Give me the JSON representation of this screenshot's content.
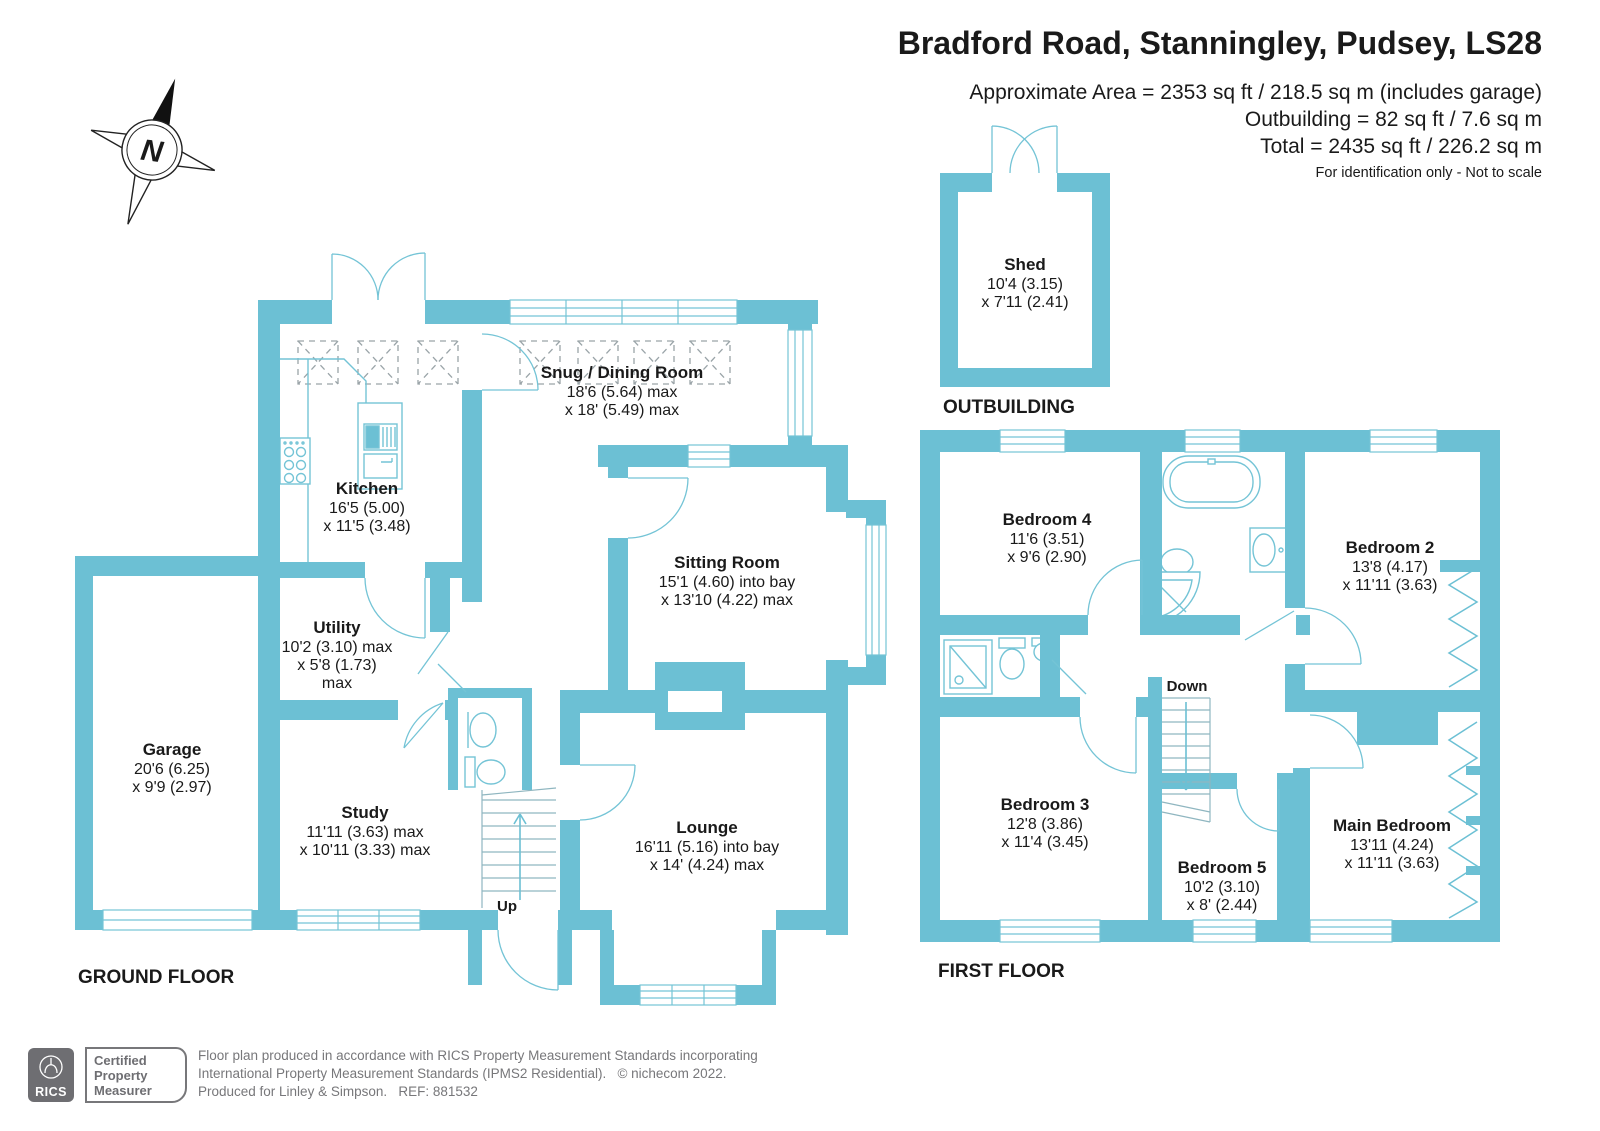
{
  "header": {
    "title": "Bradford Road, Stanningley, Pudsey, LS28",
    "area_line1": "Approximate Area = 2353 sq ft / 218.5 sq m (includes garage)",
    "area_line2": "Outbuilding = 82 sq ft / 7.6 sq m",
    "area_line3": "Total = 2435 sq ft / 226.2 sq m",
    "disclaimer": "For identification only - Not to scale"
  },
  "compass": {
    "north_label": "N"
  },
  "outbuilding": {
    "section_label": "OUTBUILDING",
    "shed": {
      "name": "Shed",
      "dim1": "10'4 (3.15)",
      "dim2": "x 7'11 (2.41)"
    }
  },
  "ground_floor": {
    "section_label": "GROUND FLOOR",
    "stairs_label": "Up",
    "rooms": {
      "kitchen": {
        "name": "Kitchen",
        "dim1": "16'5 (5.00)",
        "dim2": "x 11'5 (3.48)"
      },
      "snug_dining": {
        "name": "Snug / Dining Room",
        "dim1": "18'6 (5.64) max",
        "dim2": "x 18' (5.49) max"
      },
      "sitting_room": {
        "name": "Sitting Room",
        "dim1": "15'1 (4.60) into bay",
        "dim2": "x 13'10 (4.22) max"
      },
      "utility": {
        "name": "Utility",
        "dim1": "10'2 (3.10) max",
        "dim2": "x 5'8 (1.73)",
        "dim3": "max"
      },
      "garage": {
        "name": "Garage",
        "dim1": "20'6 (6.25)",
        "dim2": "x 9'9 (2.97)"
      },
      "study": {
        "name": "Study",
        "dim1": "11'11 (3.63) max",
        "dim2": "x 10'11 (3.33) max"
      },
      "lounge": {
        "name": "Lounge",
        "dim1": "16'11 (5.16) into bay",
        "dim2": "x 14' (4.24) max"
      }
    }
  },
  "first_floor": {
    "section_label": "FIRST FLOOR",
    "stairs_label": "Down",
    "rooms": {
      "bedroom4": {
        "name": "Bedroom 4",
        "dim1": "11'6 (3.51)",
        "dim2": "x 9'6 (2.90)"
      },
      "bedroom2": {
        "name": "Bedroom 2",
        "dim1": "13'8 (4.17)",
        "dim2": "x 11'11 (3.63)"
      },
      "bedroom3": {
        "name": "Bedroom 3",
        "dim1": "12'8 (3.86)",
        "dim2": "x 11'4 (3.45)"
      },
      "bedroom5": {
        "name": "Bedroom 5",
        "dim1": "10'2 (3.10)",
        "dim2": "x 8' (2.44)"
      },
      "main_bedroom": {
        "name": "Main Bedroom",
        "dim1": "13'11 (4.24)",
        "dim2": "x 11'11 (3.63)"
      }
    }
  },
  "footer": {
    "rics_logo_text": "RICS",
    "badge": {
      "line1": "Certified",
      "line2": "Property",
      "line3": "Measurer"
    },
    "line1": "Floor plan produced in accordance with RICS Property Measurement Standards incorporating",
    "line2": "International Property Measurement Standards (IPMS2 Residential).   © nichecom 2022.",
    "line3": "Produced for Linley & Simpson.   REF: 881532"
  },
  "colors": {
    "wall": "#6CC0D4",
    "fixture_line": "#74C4D6",
    "stair_line": "#8FB6C0",
    "text": "#1A1A1A",
    "footer_gray": "#77777A",
    "rics_gray": "#6E6E72"
  }
}
